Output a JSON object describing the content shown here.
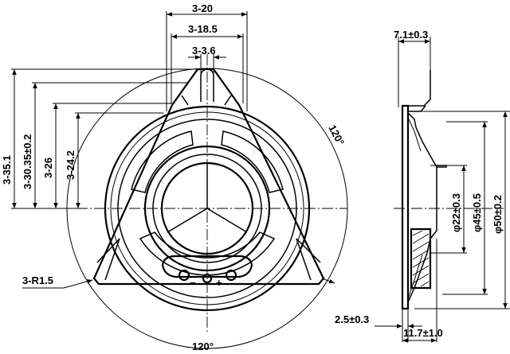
{
  "dimensions": {
    "top_width_outer": "3-20",
    "top_width_middle": "3-18.5",
    "top_width_inner": "3-3.6",
    "height_1": "3-35.1",
    "height_2": "3-30.35±0.2",
    "height_3": "3-26",
    "height_4": "3-24.2",
    "corner_radius": "3-R1.5",
    "angle_right": "120°",
    "angle_bottom": "120°",
    "side_thickness": "7.1±0.3",
    "dia_inner": "φ22±0.3",
    "dia_middle": "φ45±0.5",
    "dia_outer": "φ50±0.2",
    "flange": "2.5±0.3",
    "depth": "11.7±1.0"
  },
  "terminals": {
    "negative": "−",
    "positive": "+"
  }
}
